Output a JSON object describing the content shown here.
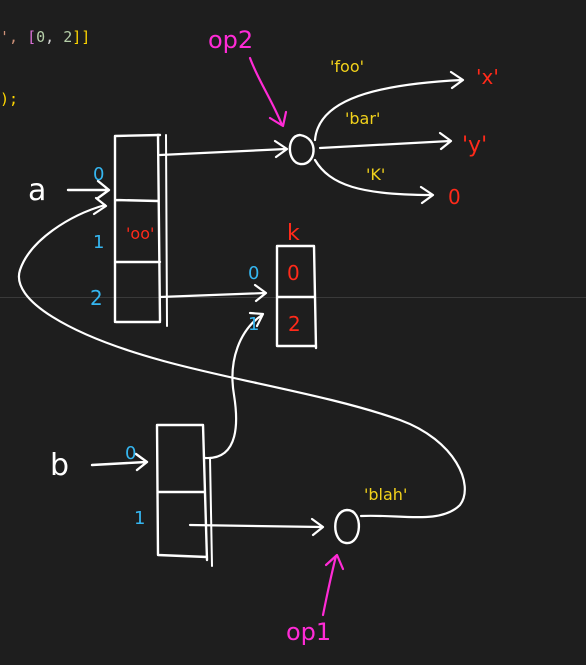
{
  "code": {
    "line1": {
      "text_prefix": "', ",
      "bracket_open": "[",
      "n0": "0",
      "comma": ", ",
      "n1": "2",
      "bracket_close": "]]"
    },
    "line2": {
      "text": ");"
    }
  },
  "labels": {
    "op2": "op2",
    "op1": "op1",
    "a": "a",
    "b": "b",
    "k_top": "k",
    "key_foo": "'foo'",
    "key_bar": "'bar'",
    "key_k": "'K'",
    "key_blah": "'blah'",
    "val_x": "'x'",
    "val_y": "'y'",
    "val_0": "0",
    "oo": "'oo'",
    "a_idx0": "0",
    "a_idx1": "1",
    "a_idx2": "2",
    "k_idx0": "0",
    "k_idx1": "1",
    "k_val0": "0",
    "k_val1": "2",
    "b_idx0": "0",
    "b_idx1": "1"
  },
  "colors": {
    "background": "#1e1e1e",
    "ink": "#ffffff",
    "pink": "#ff2bd6",
    "red": "#ff2a1a",
    "yellow": "#f2d21b",
    "cyan": "#35b6f0",
    "code_string": "#ce9178",
    "code_bracket": "#da70d6",
    "code_number": "#b5cea8",
    "code_punct": "#d4d4d4"
  }
}
